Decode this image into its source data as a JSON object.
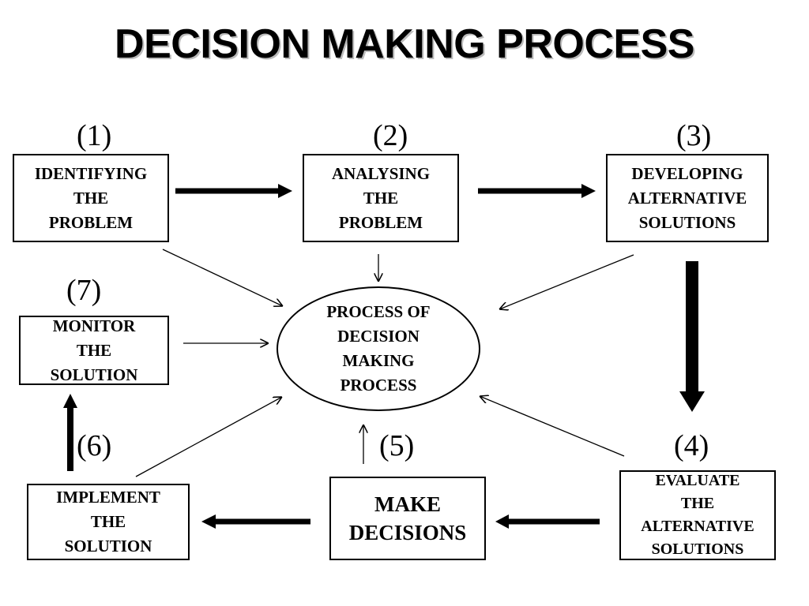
{
  "title": "DECISION MAKING PROCESS",
  "center": "PROCESS OF\nDECISION\nMAKING\nPROCESS",
  "steps": [
    {
      "number": "(1)",
      "label": "IDENTIFYING\nTHE\nPROBLEM"
    },
    {
      "number": "(2)",
      "label": "ANALYSING\nTHE\nPROBLEM"
    },
    {
      "number": "(3)",
      "label": "DEVELOPING\nALTERNATIVE\nSOLUTIONS"
    },
    {
      "number": "(4)",
      "label": "EVALUATE\nTHE\nALTERNATIVE\nSOLUTIONS"
    },
    {
      "number": "(5)",
      "label": "MAKE\nDECISIONS"
    },
    {
      "number": "(6)",
      "label": "IMPLEMENT\nTHE\nSOLUTION"
    },
    {
      "number": "(7)",
      "label": "MONITOR\nTHE\nSOLUTION"
    }
  ],
  "colors": {
    "ink": "#000000",
    "background": "#ffffff"
  }
}
